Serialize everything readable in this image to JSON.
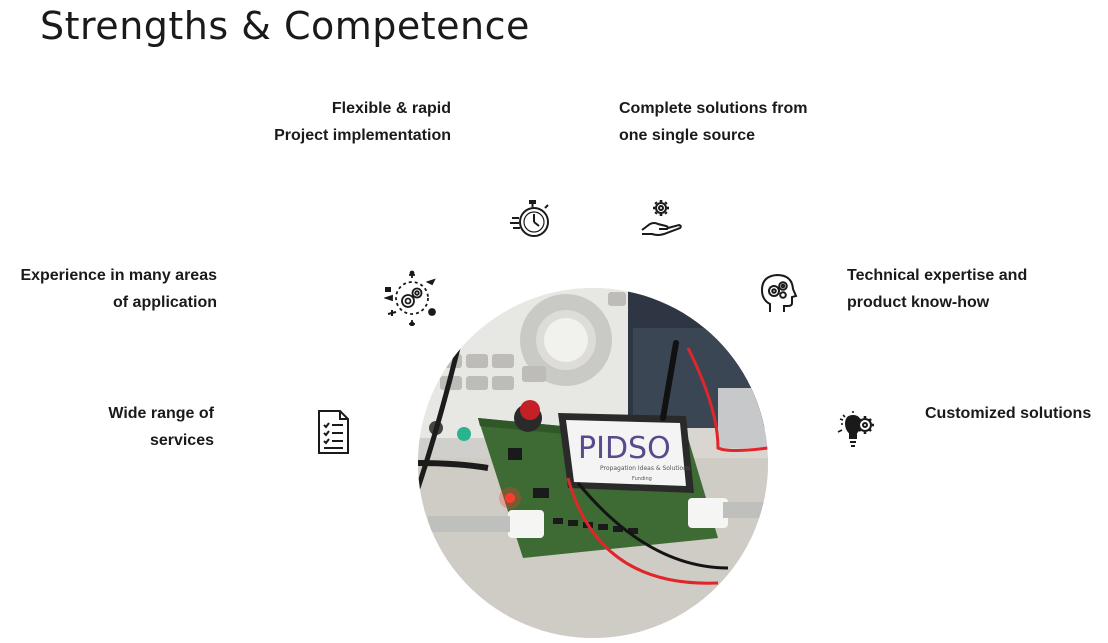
{
  "page": {
    "title": "Strengths & Competence"
  },
  "features": {
    "flexible": {
      "line1": "Flexible & rapid",
      "line2": "Project implementation",
      "icon": "stopwatch-icon"
    },
    "complete": {
      "line1": "Complete solutions from",
      "line2": "one single source",
      "icon": "hand-gear-icon"
    },
    "experience": {
      "line1": "Experience in many areas",
      "line2": "of application",
      "icon": "gears-transport-icon"
    },
    "technical": {
      "line1": "Technical expertise and",
      "line2": "product know-how",
      "icon": "head-gears-icon"
    },
    "services": {
      "line1": "Wide range of",
      "line2": "services",
      "icon": "checklist-icon"
    },
    "customized": {
      "line1": "Customized solutions",
      "icon": "lightbulb-gear-icon"
    }
  },
  "photo": {
    "screen_text": "PIDSO",
    "screen_subtext": "Propagation Ideas & Solutions",
    "screen_small": "Funding"
  },
  "colors": {
    "text": "#1a1a1a",
    "pcb": "#3d6b33",
    "accent_red": "#e0262b"
  }
}
